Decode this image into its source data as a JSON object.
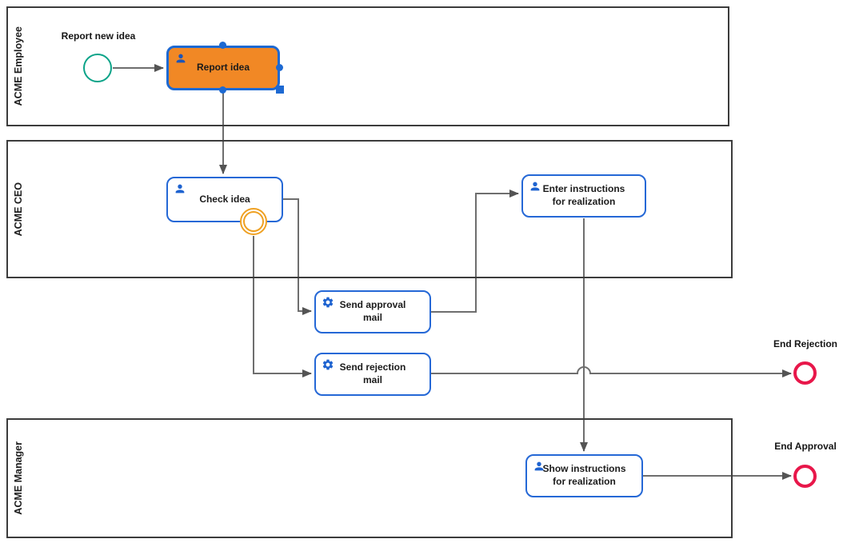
{
  "diagram_type": "BPMN process diagram",
  "lanes": [
    {
      "label": "ACME Employee"
    },
    {
      "label": "ACME CEO"
    },
    {
      "label": "ACME Manager"
    }
  ],
  "events": {
    "start": {
      "label": "Report new idea"
    },
    "end_rejection": {
      "label": "End Rejection"
    },
    "end_approval": {
      "label": "End Approval"
    }
  },
  "tasks": {
    "report_idea": {
      "label": "Report idea",
      "icon": "user-icon",
      "selected": true
    },
    "check_idea": {
      "label": "Check idea",
      "icon": "user-icon"
    },
    "send_approval": {
      "label": "Send approval mail",
      "icon": "gear-icon",
      "label_lines": [
        "Send approval",
        "mail"
      ]
    },
    "send_rejection": {
      "label": "Send rejection mail",
      "icon": "gear-icon",
      "label_lines": [
        "Send rejection",
        "mail"
      ]
    },
    "enter_instructions": {
      "label": "Enter instructions for realization",
      "icon": "user-icon",
      "label_lines": [
        "Enter instructions",
        "for realization"
      ]
    },
    "show_instructions": {
      "label": "Show instructions for realization",
      "icon": "user-icon",
      "label_lines": [
        "Show instructions",
        "for realization"
      ]
    }
  },
  "colors": {
    "task_border_blue": "#2568d6",
    "selected_fill_orange": "#f18825",
    "icon_blue": "#1e63d0",
    "start_event_green": "#0ba388",
    "end_event_red": "#e8174a",
    "boundary_event_orange": "#efa123",
    "connection_gray": "#6e6e6e",
    "lane_border": "#3c3c3c"
  }
}
